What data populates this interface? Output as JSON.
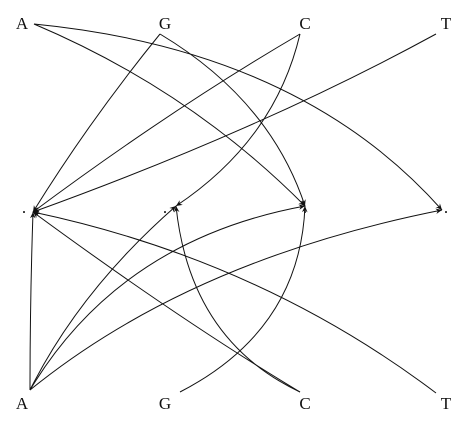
{
  "top_labels": [
    "A",
    "G",
    "C",
    "T"
  ],
  "bottom_labels": [
    "A",
    "G",
    "C",
    "T"
  ],
  "middle_points": [
    ".",
    ".",
    ".",
    "."
  ],
  "edges": [
    {
      "from": "top-A",
      "to": "mid-3"
    },
    {
      "from": "top-A",
      "to": "mid-4"
    },
    {
      "from": "top-G",
      "to": "mid-1"
    },
    {
      "from": "top-G",
      "to": "mid-3"
    },
    {
      "from": "top-C",
      "to": "mid-1"
    },
    {
      "from": "top-C",
      "to": "mid-2"
    },
    {
      "from": "top-T",
      "to": "mid-1"
    },
    {
      "from": "bottom-A",
      "to": "mid-1"
    },
    {
      "from": "bottom-A",
      "to": "mid-2"
    },
    {
      "from": "bottom-A",
      "to": "mid-3"
    },
    {
      "from": "bottom-A",
      "to": "mid-4"
    },
    {
      "from": "bottom-G",
      "to": "mid-3"
    },
    {
      "from": "bottom-C",
      "to": "mid-1"
    },
    {
      "from": "bottom-C",
      "to": "mid-2"
    },
    {
      "from": "bottom-T",
      "to": "mid-1"
    }
  ],
  "colors": {
    "line": "#111111",
    "background": "#ffffff"
  }
}
